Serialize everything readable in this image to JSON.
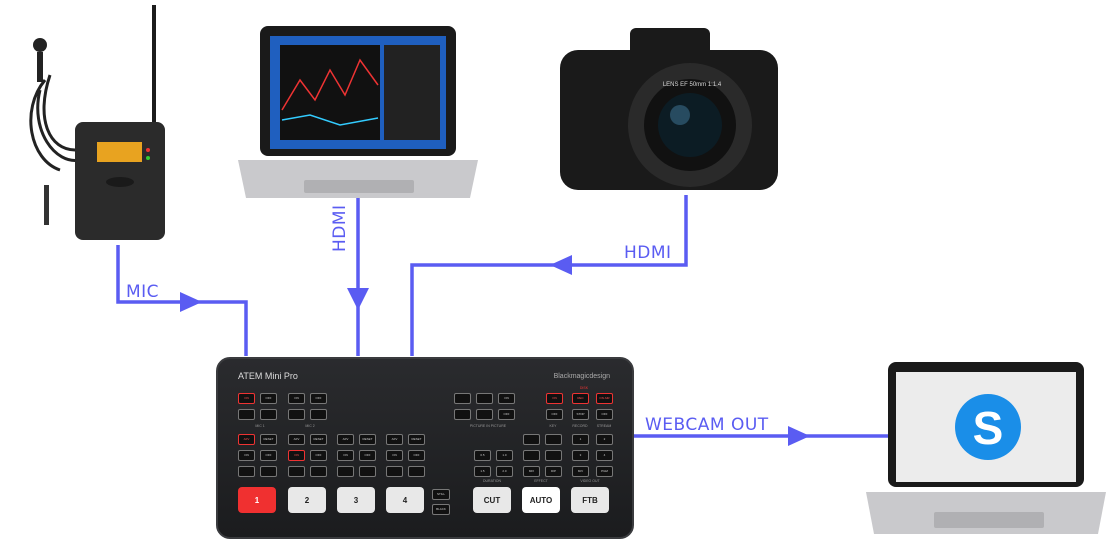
{
  "labels": {
    "mic": "MIC",
    "hdmi_laptop": "HDMI",
    "hdmi_camera": "HDMI",
    "webcam_out": "WEBCAM OUT"
  },
  "colors": {
    "connection": "#5a5cf2",
    "program_red": "#f03030"
  },
  "devices": {
    "mic": {
      "icon": "wireless-lavalier-mic-transmitter"
    },
    "laptop_source": {
      "icon": "laptop-trading-chart"
    },
    "camera": {
      "icon": "dslr-camera",
      "lens_text": "LENS EF 50mm 1:1.4"
    },
    "laptop_skype": {
      "icon": "laptop-skype-logo"
    },
    "switcher": {
      "title": "ATEM Mini Pro",
      "brand": "Blackmagicdesign",
      "disk": "DISK",
      "sections": [
        "MIC 1",
        "MIC 2",
        "PICTURE IN PICTURE",
        "KEY",
        "RECORD",
        "STREAM",
        "DURATION",
        "EFFECT",
        "VIDEO OUT"
      ],
      "inputs": [
        "1",
        "2",
        "3",
        "4"
      ],
      "still": "STILL",
      "black": "BLACK",
      "transitions": [
        "CUT",
        "AUTO",
        "FTB"
      ],
      "small_buttons": {
        "mic": [
          "ON",
          "OFF",
          "ON",
          "OFF"
        ],
        "afv": "AFV",
        "reset": "RESET",
        "on": "ON",
        "off": "OFF",
        "key_on": "ON",
        "rec": "REC",
        "on_air": "ON AIR",
        "key_off": "OFF",
        "stop": "STOP",
        "stream_off": "OFF",
        "duration": [
          "0.5",
          "1.0",
          "1.5",
          "2.0"
        ],
        "effect": [
          "MIX",
          "DIP"
        ],
        "video_out": [
          "1",
          "2",
          "3",
          "4",
          "M/V",
          "PGM"
        ]
      }
    }
  }
}
